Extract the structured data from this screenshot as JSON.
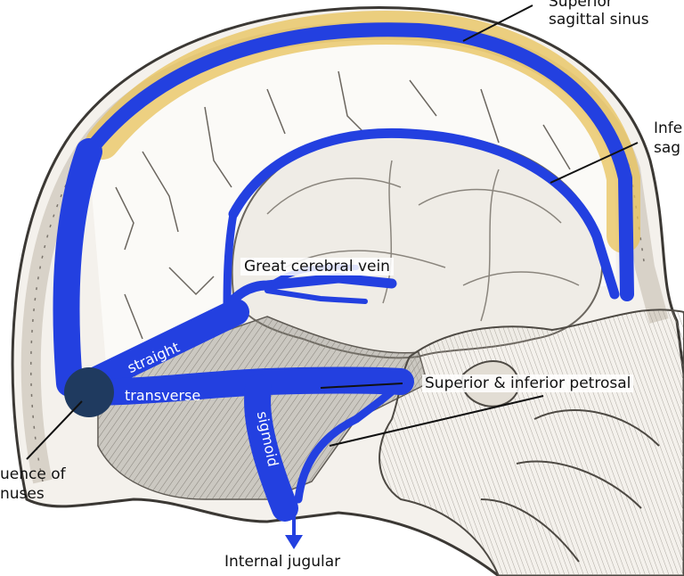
{
  "labels": {
    "superior_sagittal": [
      "Superior",
      "sagittal sinus"
    ],
    "inferior_sagittal": [
      "Infe",
      "sag"
    ],
    "great_cerebral": "Great cerebral vein",
    "petrosal": "Superior & inferior petrosal",
    "confluence": [
      "uence of",
      "nuses"
    ],
    "internal_jugular": "Internal jugular",
    "straight": "straight",
    "transverse": "transverse",
    "sigmoid": "sigmoid"
  },
  "colors": {
    "sinus_blue": "#2340e0",
    "sagittal_highlight": "#e8c25a",
    "confluence_dot": "#1f3a5f",
    "bone": "#6e6a64",
    "brain_shade": "#c9c4bc"
  }
}
